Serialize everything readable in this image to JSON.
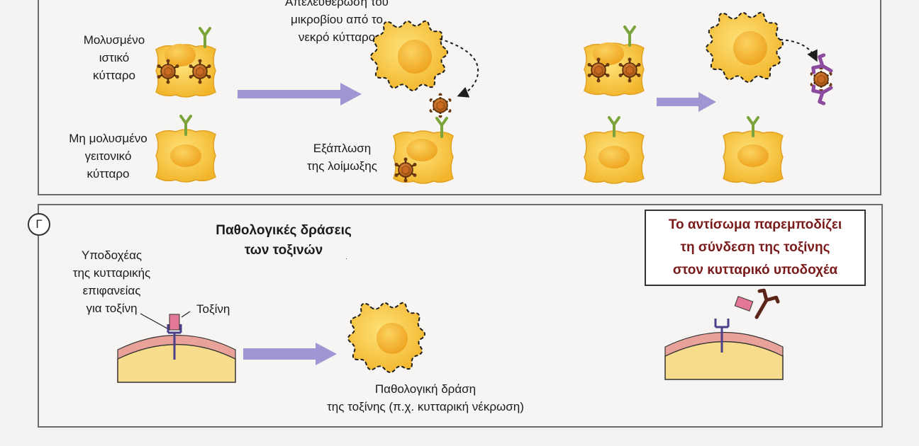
{
  "top_panel": {
    "infected_cell_label": [
      "Μολυσμένο",
      "ιστικό",
      "κύτταρο"
    ],
    "uninfected_cell_label": [
      "Μη μολυσμένο",
      "γειτονικό",
      "κύτταρο"
    ],
    "release_label": [
      "Απελευθέρωση του",
      "μικροβίου από το",
      "νεκρό κύτταρο"
    ],
    "spread_label": [
      "Εξάπλωση",
      "της λοίμωξης"
    ]
  },
  "bottom_panel": {
    "panel_letter": "Γ",
    "title": [
      "Παθολογικές δράσεις",
      "των τοξινών"
    ],
    "receptor_label": [
      "Υποδοχέας",
      "της κυτταρικής",
      "επιφανείας",
      "για τοξίνη"
    ],
    "toxin_label": "Τοξίνη",
    "effect_label": [
      "Παθολογική δράση",
      "της τοξίνης (π.χ. κυτταρική νέκρωση)"
    ],
    "callout": [
      "Το αντίσωμα παρεμποδίζει",
      "τη σύνδεση της τοξίνης",
      "στον κυτταρικό υποδοχέα"
    ]
  },
  "colors": {
    "cell_fill": "#f7c23a",
    "nucleus_fill": "#f2a91c",
    "arrow": "#9f97d4",
    "microbe": "#b5641c",
    "receptor_green": "#7aa33a",
    "antibody_purple": "#8c4aa0",
    "membrane_pink": "#e8a29a",
    "toxin_pink": "#e37896"
  }
}
